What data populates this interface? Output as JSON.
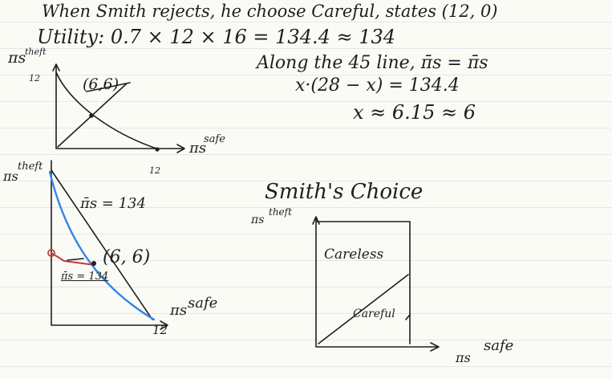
{
  "colors": {
    "ink": "#1e1e1e",
    "paper": "#fbfbf6",
    "rule": "#e2e6ec",
    "blue": "#2f86e6",
    "red": "#c23a36"
  },
  "notes": {
    "line1": "When Smith rejects, he choose Careful, states (12, 0)",
    "line2": "Utility: 0.7 × 12 × 16 = 134.4 ≈ 134",
    "line3": "Along the 45 line, π̄s = π̄s",
    "line4": "x·(28 − x) = 134.4",
    "line5": "x ≈ 6.15 ≈ 6"
  },
  "graph1": {
    "y_label": "πs",
    "y_sup": "theft",
    "y_tick": "12",
    "point_label": "(6,6)",
    "x_label": "πs",
    "x_sup": "safe",
    "x_tick": "12"
  },
  "graph2": {
    "y_label": "πs",
    "y_sup": "theft",
    "curve_label": "π̄s = 134",
    "point_label": "(6, 6)",
    "red_label": "π̄s = 134",
    "x_label": "πs",
    "x_sup": "safe",
    "x_tick": "12"
  },
  "graph3": {
    "title": "Smith's Choice",
    "y_label": "πs",
    "y_sup": "theft",
    "region_upper": "Careless",
    "region_lower": "Careful",
    "x_label": "πs",
    "x_sup": "safe"
  }
}
